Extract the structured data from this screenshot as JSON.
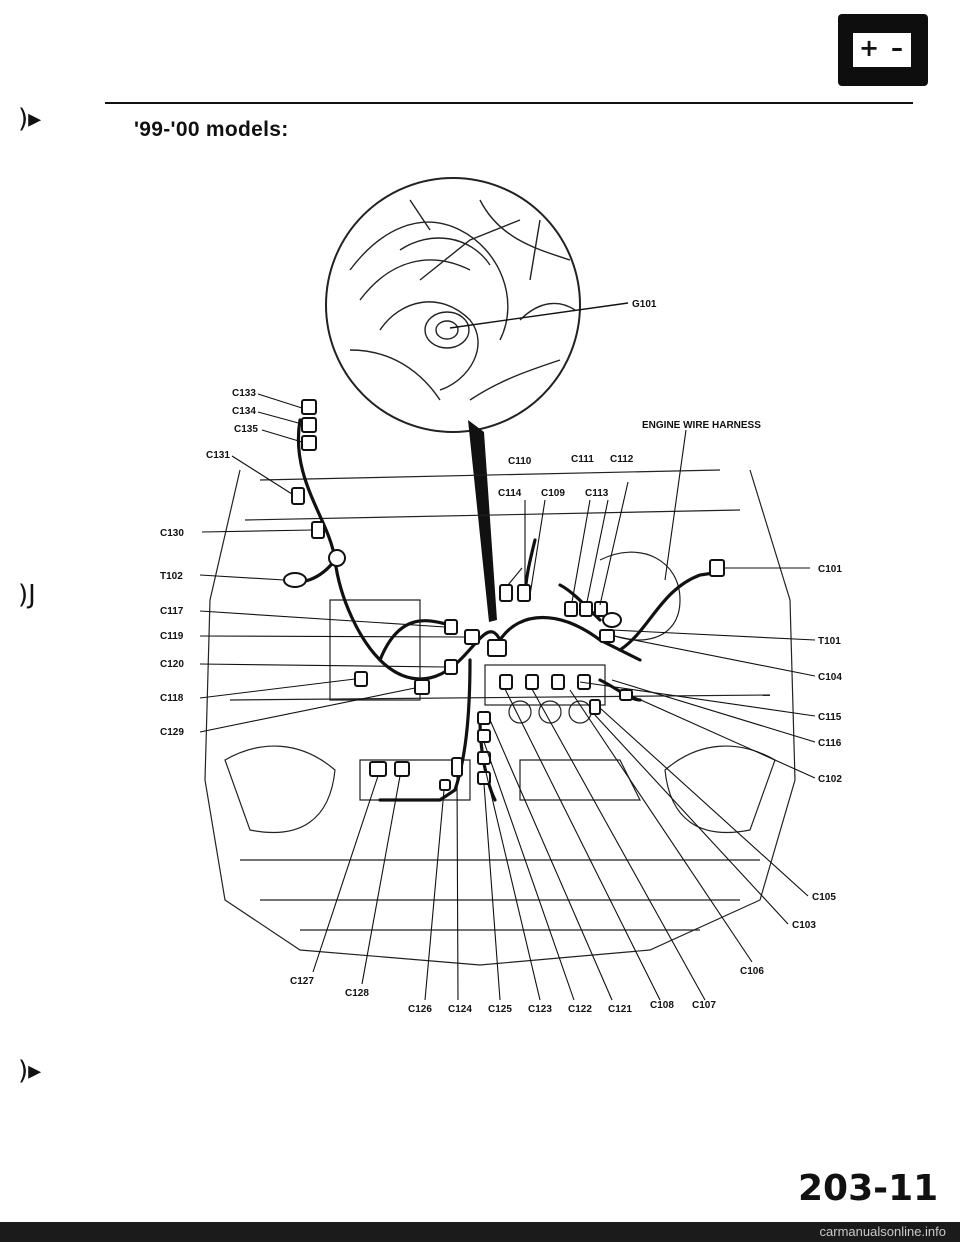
{
  "header": {
    "title": "'99-'00 models:",
    "battery_icon": "battery-icon",
    "battery_plus": "+",
    "battery_minus": "–"
  },
  "diagram": {
    "callouts": [
      {
        "id": "G101",
        "label": "G101"
      },
      {
        "id": "ENGINE_WIRE_HARNESS",
        "label": "ENGINE WIRE HARNESS"
      },
      {
        "id": "C133",
        "label": "C133"
      },
      {
        "id": "C134",
        "label": "C134"
      },
      {
        "id": "C135",
        "label": "C135"
      },
      {
        "id": "C131",
        "label": "C131"
      },
      {
        "id": "C130",
        "label": "C130"
      },
      {
        "id": "T102",
        "label": "T102"
      },
      {
        "id": "C117",
        "label": "C117"
      },
      {
        "id": "C119",
        "label": "C119"
      },
      {
        "id": "C120",
        "label": "C120"
      },
      {
        "id": "C118",
        "label": "C118"
      },
      {
        "id": "C129",
        "label": "C129"
      },
      {
        "id": "C110",
        "label": "C110"
      },
      {
        "id": "C111",
        "label": "C111"
      },
      {
        "id": "C112",
        "label": "C112"
      },
      {
        "id": "C114",
        "label": "C114"
      },
      {
        "id": "C109",
        "label": "C109"
      },
      {
        "id": "C113",
        "label": "C113"
      },
      {
        "id": "C101",
        "label": "C101"
      },
      {
        "id": "T101",
        "label": "T101"
      },
      {
        "id": "C104",
        "label": "C104"
      },
      {
        "id": "C115",
        "label": "C115"
      },
      {
        "id": "C116",
        "label": "C116"
      },
      {
        "id": "C102",
        "label": "C102"
      },
      {
        "id": "C105",
        "label": "C105"
      },
      {
        "id": "C103",
        "label": "C103"
      },
      {
        "id": "C106",
        "label": "C106"
      },
      {
        "id": "C127",
        "label": "C127"
      },
      {
        "id": "C128",
        "label": "C128"
      },
      {
        "id": "C126",
        "label": "C126"
      },
      {
        "id": "C124",
        "label": "C124"
      },
      {
        "id": "C125",
        "label": "C125"
      },
      {
        "id": "C123",
        "label": "C123"
      },
      {
        "id": "C122",
        "label": "C122"
      },
      {
        "id": "C121",
        "label": "C121"
      },
      {
        "id": "C108",
        "label": "C108"
      },
      {
        "id": "C107",
        "label": "C107"
      }
    ]
  },
  "footer": {
    "page_number": "203-11",
    "watermark": "carmanualsonline.info"
  }
}
